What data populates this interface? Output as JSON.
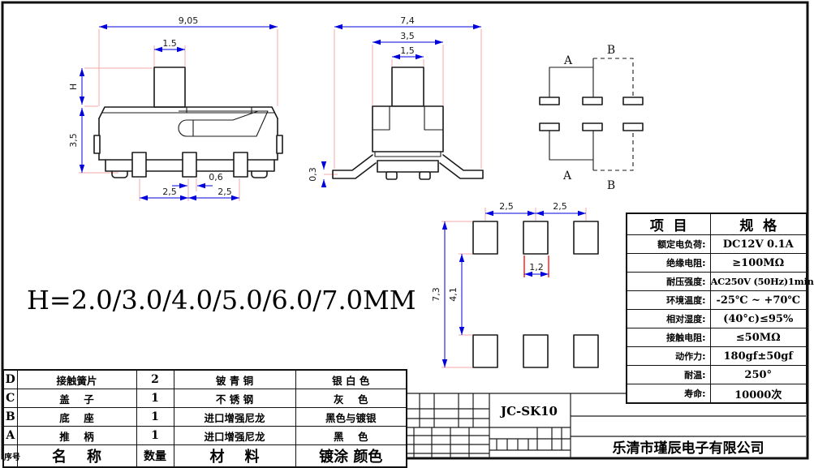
{
  "drawing": {
    "height_note": "H=2.0/3.0/4.0/5.0/6.0/7.0MM",
    "side_view": {
      "dim_width": "9,05",
      "dim_knob_w": "1.5",
      "dim_h": "H",
      "dim_body_h": "3,5",
      "dim_slot": "0,6",
      "dim_pitch_left": "2,5",
      "dim_pitch_right": "2,5"
    },
    "front_view": {
      "dim_width": "7,4",
      "dim_body_w": "3,5",
      "dim_knob_w": "1,5",
      "dim_standoff": "0,3"
    },
    "circuit": {
      "label_a_top": "A",
      "label_b_top": "B",
      "label_a_bottom": "A",
      "label_b_bottom": "B"
    },
    "pcb": {
      "dim_pitch_left": "2,5",
      "dim_pitch_right": "2,5",
      "dim_pad_w": "1,2",
      "dim_total_h": "7,3",
      "dim_row_gap": "4,1"
    }
  },
  "spec_table": {
    "header": {
      "item": "项  目",
      "spec": "规  格"
    },
    "rows": [
      {
        "item": "额定电负荷:",
        "spec": "DC12V 0.1A"
      },
      {
        "item": "绝缘电阻:",
        "spec": "≥100MΩ"
      },
      {
        "item": "耐压强度:",
        "spec": "AC250V (50Hz)1min"
      },
      {
        "item": "环境温度:",
        "spec": "-25℃ ~ +70℃"
      },
      {
        "item": "相对湿度:",
        "spec": "(40°c)≤95%"
      },
      {
        "item": "接触电阻:",
        "spec": "≤50MΩ"
      },
      {
        "item": "动作力:",
        "spec": "180gf±50gf"
      },
      {
        "item": "耐温:",
        "spec": "250°"
      },
      {
        "item": "寿命:",
        "spec": "10000次"
      }
    ]
  },
  "parts_table": {
    "rows": [
      {
        "no": "D",
        "name": "接触簧片",
        "qty": "2",
        "material": "铍 青 铜",
        "finish": "银 白 色"
      },
      {
        "no": "C",
        "name": "盖    子",
        "qty": "1",
        "material": "不 锈 钢",
        "finish": "灰    色"
      },
      {
        "no": "B",
        "name": "底    座",
        "qty": "1",
        "material": "进口增强尼龙",
        "finish": "黑色与镀银"
      },
      {
        "no": "A",
        "name": "推    柄",
        "qty": "1",
        "material": "进口增强尼龙",
        "finish": "黑    色"
      }
    ],
    "footer": {
      "no": "序号",
      "name": "名    称",
      "qty": "数量",
      "material": "材    料",
      "finish": "镀涂 颜色"
    }
  },
  "title_block": {
    "model": "JC-SK10",
    "company": "乐清市瑾辰电子有限公司"
  },
  "colors": {
    "outline": "#1a1a1a",
    "dimension": "#0000dd",
    "extension": "#f5a9a9",
    "highlight": "#ff0000"
  }
}
